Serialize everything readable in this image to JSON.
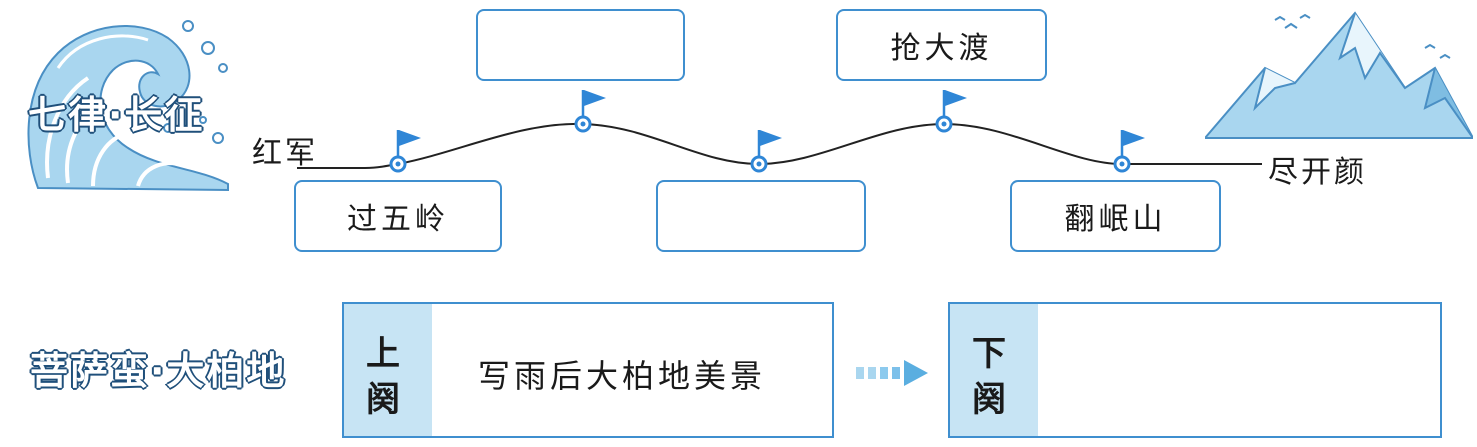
{
  "poem1": {
    "title": "七律·长征",
    "start_label": "红军",
    "end_label": "尽开颜",
    "boxes": [
      "过五岭",
      "",
      "",
      "抢大渡",
      "翻岷山"
    ]
  },
  "poem2": {
    "title": "菩萨蛮·大柏地",
    "upper_tab": [
      "上",
      "阕"
    ],
    "upper_text": "写雨后大柏地美景",
    "lower_tab": [
      "下",
      "阕"
    ],
    "lower_text": ""
  },
  "colors": {
    "accent": "#3f8fcf",
    "tab_fill": "#c7e4f4",
    "flag": "#2f86d6",
    "arrow": "#7cc0ea"
  },
  "icons": [
    "wave-icon",
    "mountain-icon",
    "flag-icon",
    "arrow-right-icon"
  ]
}
